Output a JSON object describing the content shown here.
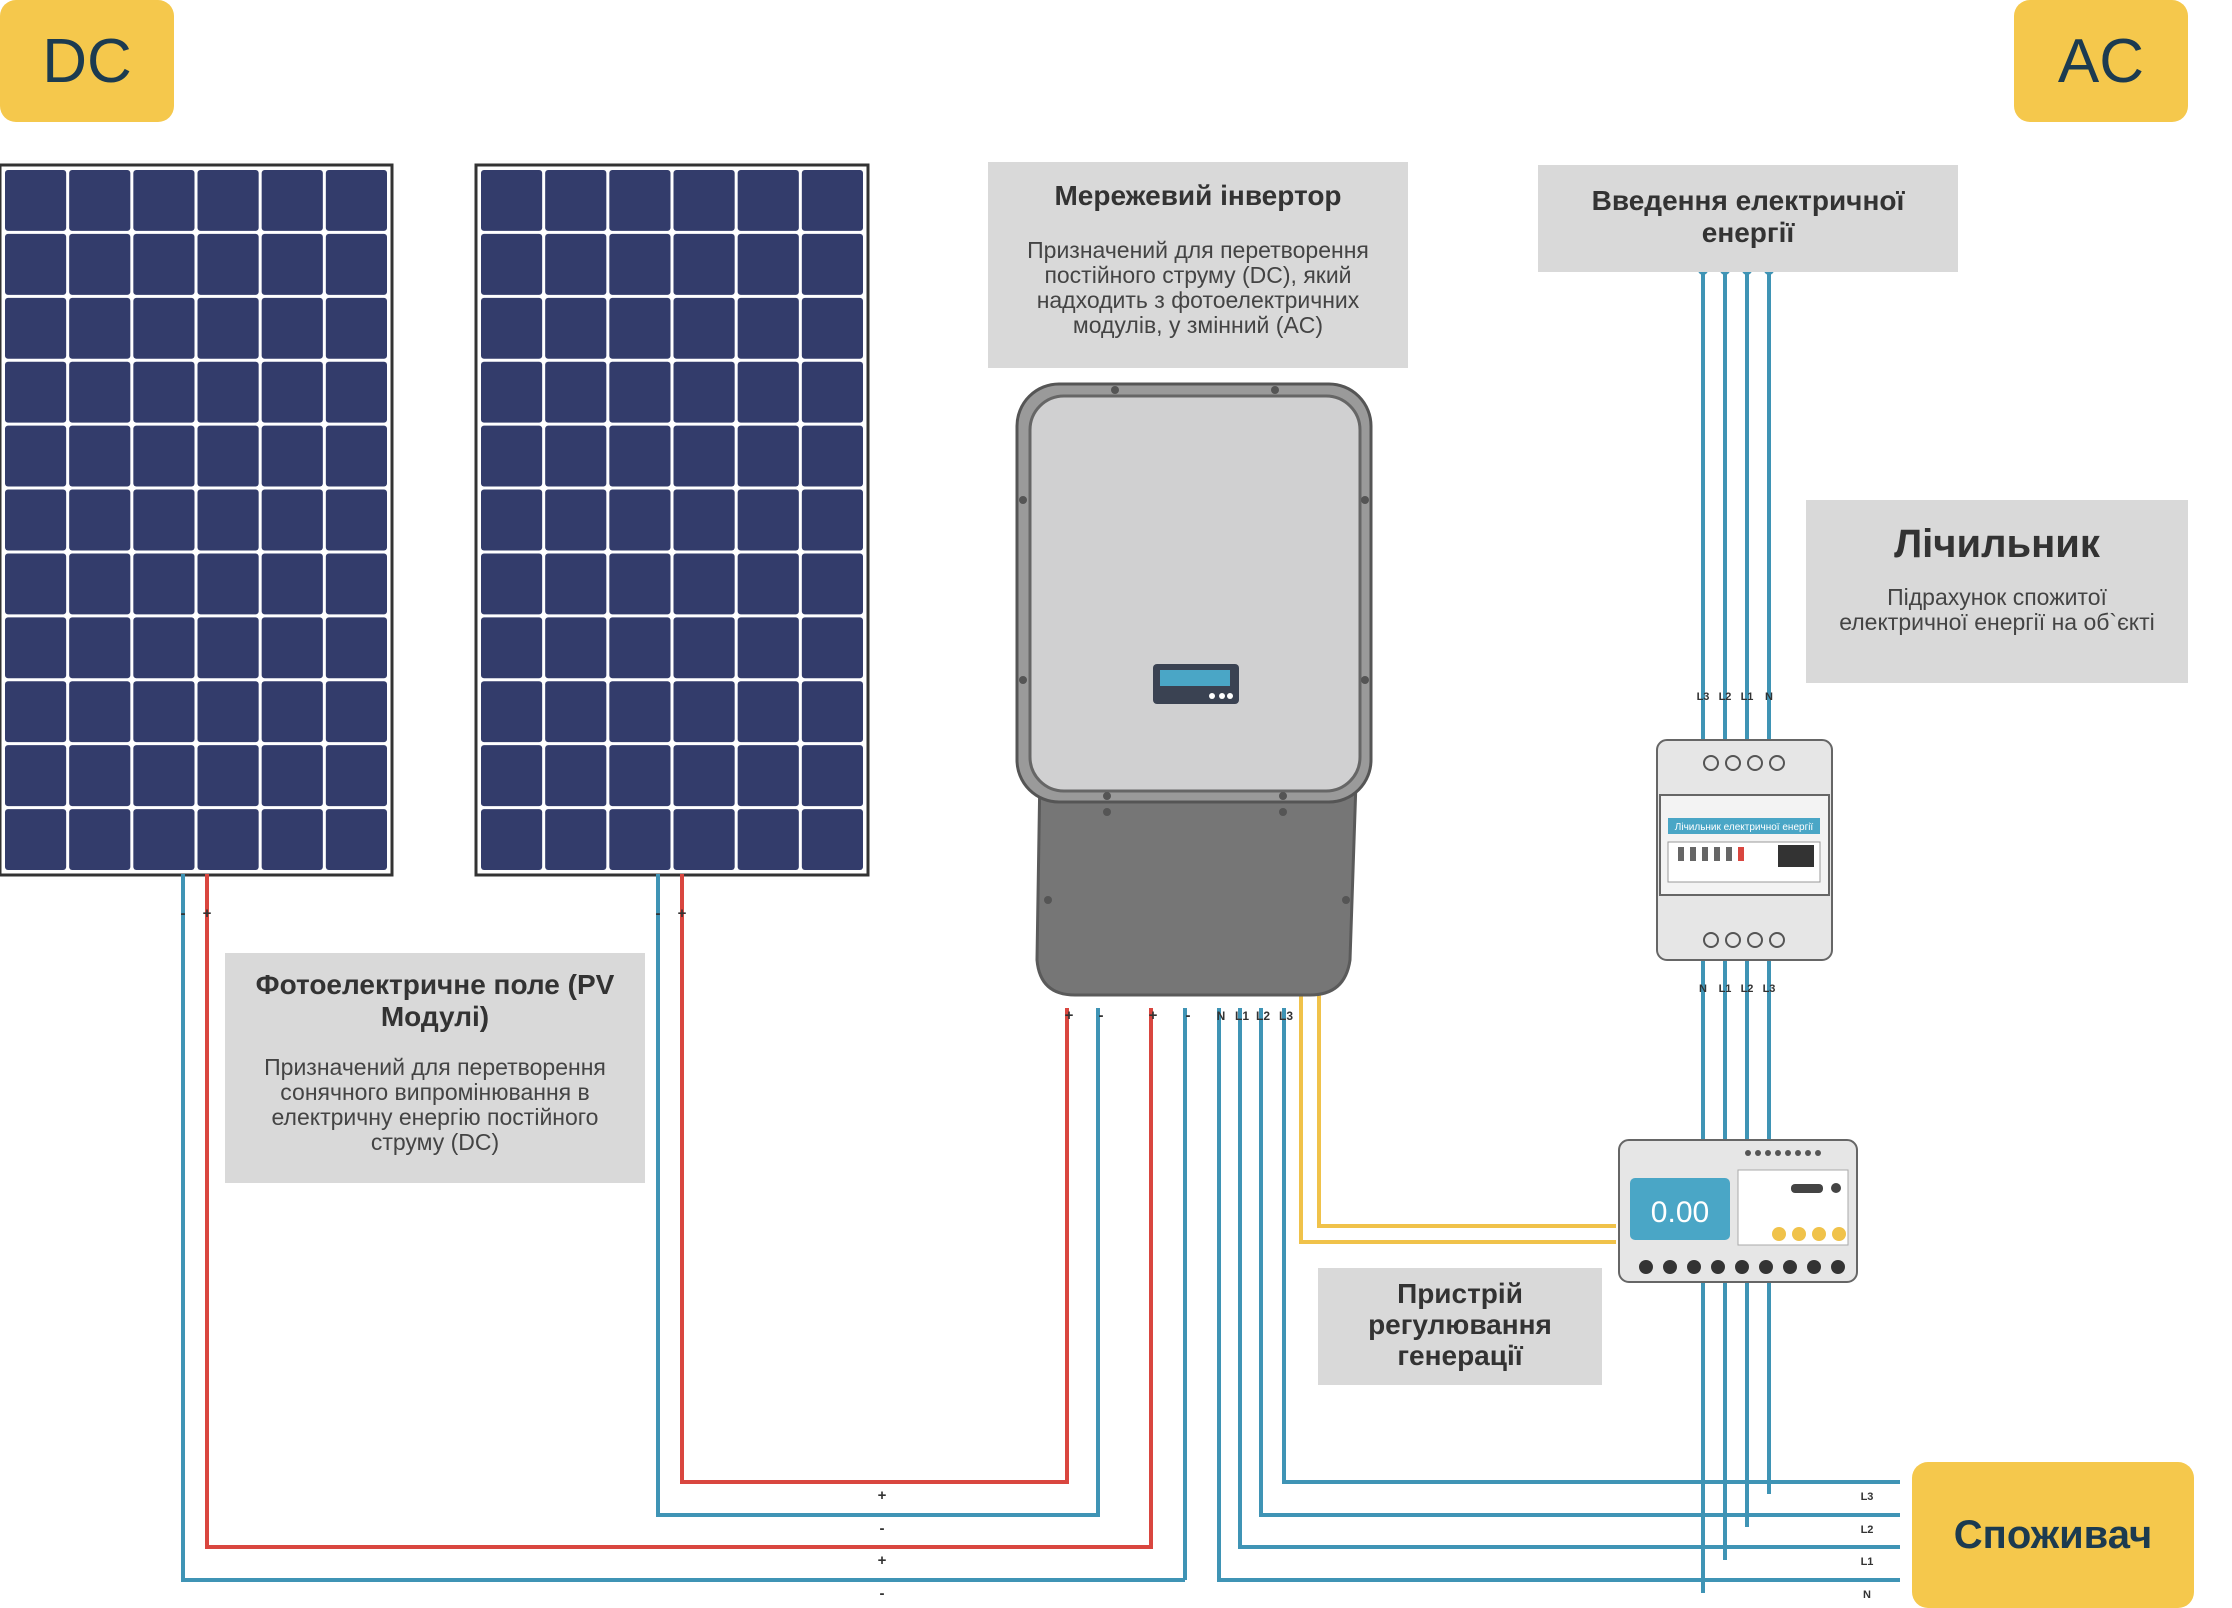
{
  "labels": {
    "dc": "DC",
    "ac": "AC",
    "consumer": "Споживач"
  },
  "inverter": {
    "title": "Мережевий інвертор",
    "desc": "Призначений для перетворення постійного струму (DC), який надходить з фотоелектричних модулів, у змінний (AC)"
  },
  "grid_input": {
    "title": "Введення електричної енергії"
  },
  "meter": {
    "title": "Лічильник",
    "desc": "Підрахунок спожитої електричної енергії на об`єкті",
    "device_label": "Лічильник електричної енергії"
  },
  "pv_field": {
    "title": "Фотоелектричне поле (PV Модулі)",
    "desc": "Призначений для перетворення сонячного випромінювання в електричну енергію постійного струму (DC)"
  },
  "regulator": {
    "title": "Пристрій регулювання генерації",
    "display": "0.00"
  },
  "terminals": {
    "minus": "-",
    "plus": "+",
    "n": "N",
    "l1": "L1",
    "l2": "L2",
    "l3": "L3"
  },
  "colors": {
    "blue_wire": "#3f94b5",
    "red_wire": "#d9463f",
    "yellow_wire": "#f0c24a",
    "panel_cell": "#333c6b",
    "tag": "#f5c84c",
    "box": "#d9d9d9"
  }
}
